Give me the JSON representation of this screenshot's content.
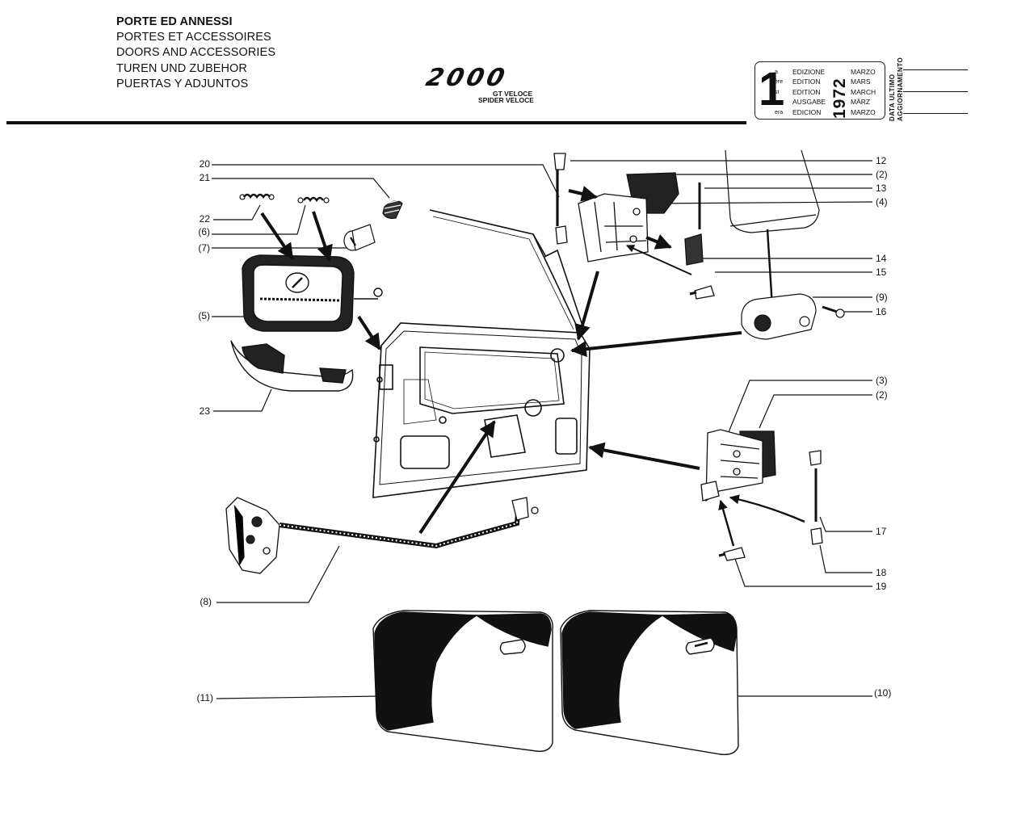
{
  "titles": [
    "PORTE ED ANNESSI",
    "PORTES ET ACCESSOIRES",
    "DOORS AND ACCESSORIES",
    "TUREN UND ZUBEHOR",
    "PUERTAS Y ADJUNTOS"
  ],
  "logo": {
    "mark": "2000",
    "line1": "GT VELOCE",
    "line2": "SPIDER VELOCE"
  },
  "edition": {
    "number": "1",
    "suffixes": [
      "a",
      "ère",
      "st",
      ".",
      "era"
    ],
    "words": [
      "EDIZIONE",
      "EDITION",
      "EDITION",
      "AUSGABE",
      "EDICION"
    ],
    "year": "1972",
    "months": [
      "MARZO",
      "MARS",
      "MARCH",
      "MÄRZ",
      "MARZO"
    ],
    "update_label_1": "DATA ULTIMO",
    "update_label_2": "AGGIORNAMENTO"
  },
  "callouts": {
    "left": [
      "20",
      "21",
      "22",
      "(6)",
      "(7)",
      "(5)",
      "23",
      "(8)",
      "(11)"
    ],
    "right": [
      "12",
      "(2)",
      "13",
      "(4)",
      "14",
      "15",
      "(9)",
      "16",
      "(3)",
      "(2)",
      "17",
      "18",
      "19",
      "(10)"
    ]
  }
}
